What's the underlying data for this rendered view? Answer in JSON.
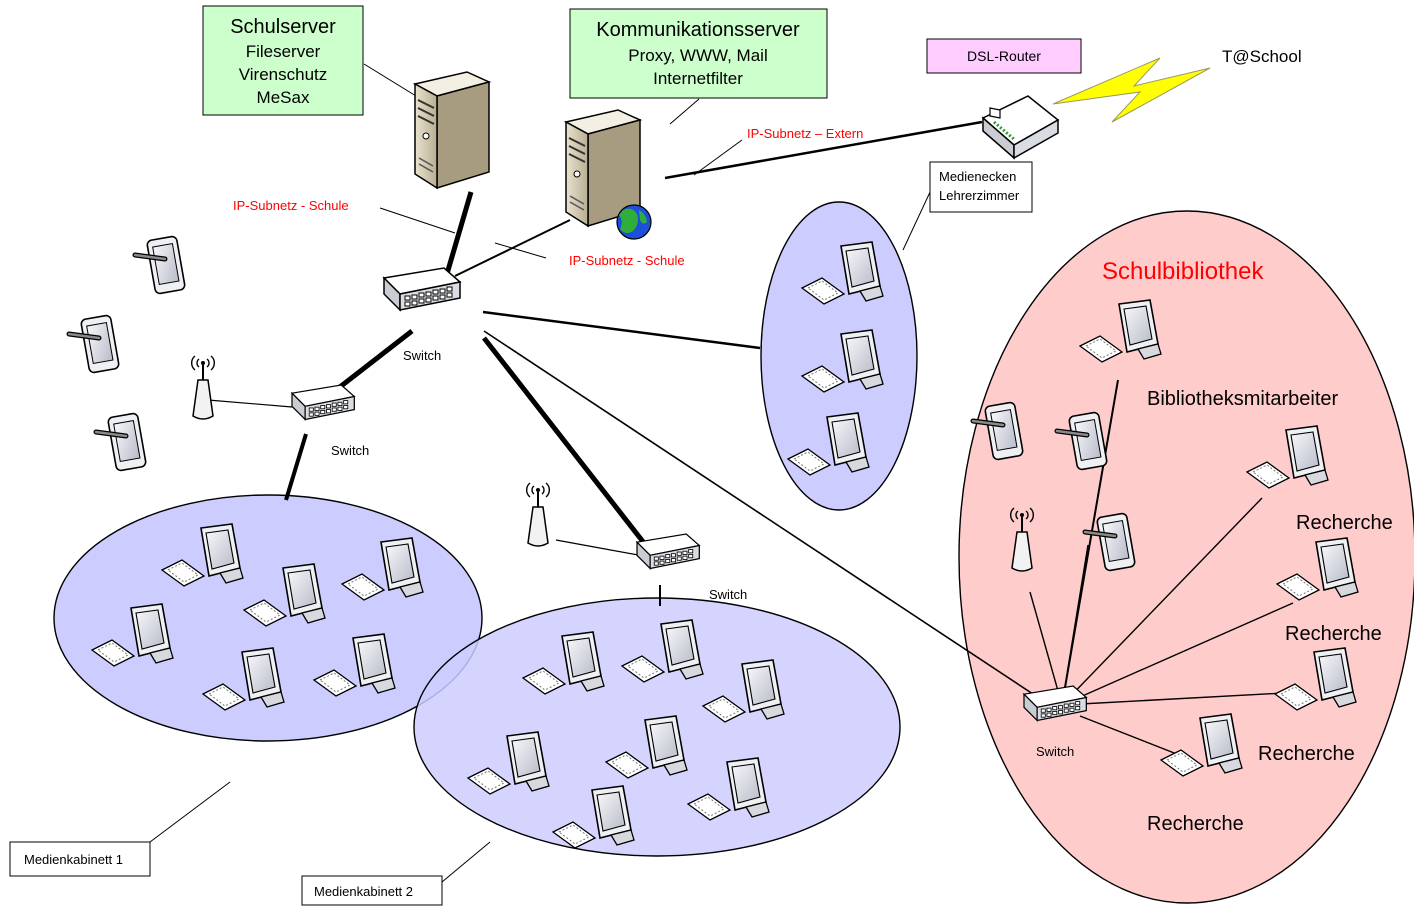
{
  "colors": {
    "green_box": "#ccffcc",
    "pink_box": "#ffccff",
    "blue_zone": "#ccccff",
    "red_zone": "#ffcccc",
    "lightning": "#ffff00",
    "red_text": "#ff0000"
  },
  "servers": {
    "school": {
      "title": "Schulserver",
      "lines": [
        "Fileserver",
        "Virenschutz",
        "MeSax"
      ]
    },
    "comm": {
      "title": "Kommunikationsserver",
      "lines": [
        "Proxy, WWW, Mail",
        "Internetfilter"
      ]
    }
  },
  "router": {
    "label": "DSL-Router"
  },
  "internet": {
    "label": "T@School"
  },
  "subnets": {
    "extern": "IP-Subnetz – Extern",
    "school_a": "IP-Subnetz - Schule",
    "school_b": "IP-Subnetz - Schule"
  },
  "switch_label": "Switch",
  "zones": {
    "library": "Schulbibliothek",
    "library_staff": "Bibliotheksmitarbeiter",
    "research": "Recherche",
    "media_corners": [
      "Medienecken",
      "Lehrerzimmer"
    ],
    "cabinet1": "Medienkabinett 1",
    "cabinet2": "Medienkabinett 2"
  },
  "icons": {
    "server": "tower-server-icon",
    "globe": "globe-icon",
    "router": "dsl-router-icon",
    "switch": "network-switch-icon",
    "workstation": "desktop-computer-icon",
    "tablet": "tablet-icon",
    "access_point": "wifi-access-point-icon",
    "lightning": "lightning-bolt-icon"
  }
}
